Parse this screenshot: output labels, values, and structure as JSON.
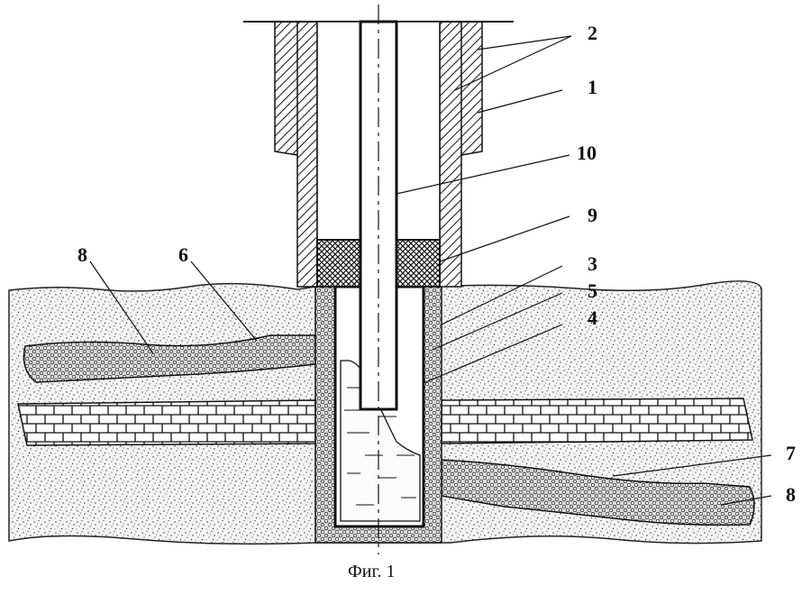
{
  "figure": {
    "caption": "Фиг. 1",
    "labels": {
      "casing": "1",
      "cement_ring": "2",
      "borehole_wall": "3",
      "bottom_liner": "4",
      "filler": "5",
      "upper_productive_layer": "6",
      "lower_productive_layer": "7",
      "porous_zone_left": "8",
      "porous_zone_right": "8",
      "packer": "9",
      "tubing": "10"
    }
  }
}
